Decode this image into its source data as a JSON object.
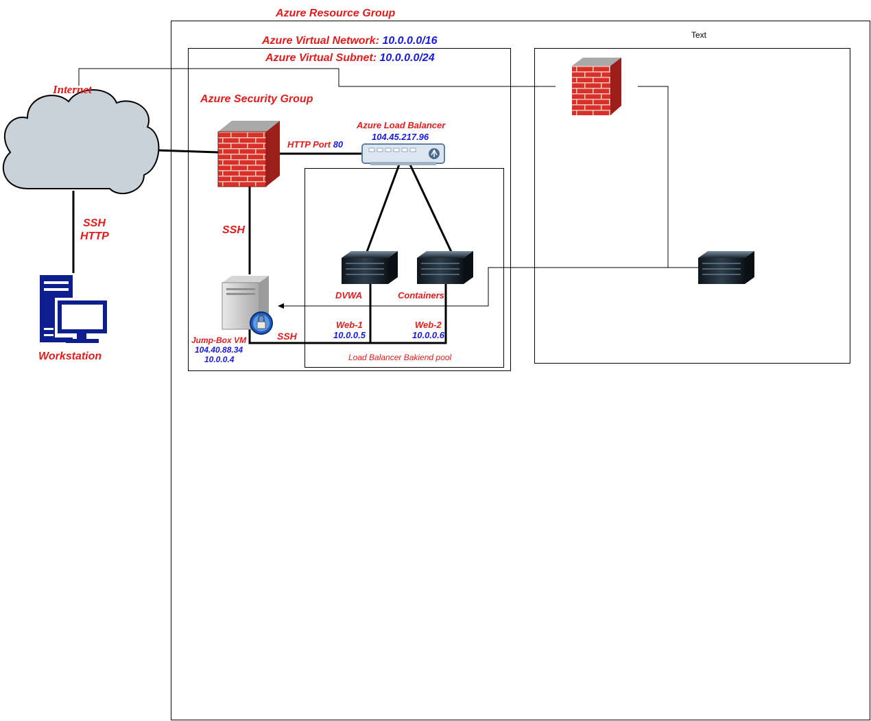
{
  "resource_group": {
    "title": "Azure Resource Group"
  },
  "vnet": {
    "label": "Azure Virtual Network: ",
    "cidr": "10.0.0.0/16"
  },
  "subnet": {
    "label": "Azure Virtual Subnet: ",
    "cidr": "10.0.0.0/24"
  },
  "security_group": {
    "title": "Azure Security Group"
  },
  "internet": {
    "label": "Internet"
  },
  "workstation": {
    "label": "Workstation",
    "link_label_1": "SSH",
    "link_label_2": "HTTP"
  },
  "firewall_link": {
    "label": "HTTP Port ",
    "port": "80"
  },
  "load_balancer": {
    "title": "Azure Load Balancer",
    "ip": "104.45.217.96"
  },
  "jumpbox": {
    "title": "Jump-Box VM",
    "public_ip": "104.40.88.34",
    "private_ip": "10.0.0.4",
    "ssh_label": "SSH",
    "ssh_label_2": "SSH"
  },
  "web1": {
    "app": "DVWA",
    "name": "Web-1",
    "ip": "10.0.0.5"
  },
  "web2": {
    "app": "Containers",
    "name": "Web-2",
    "ip": "10.0.0.6"
  },
  "backend_pool": {
    "label": "Load Balancer Bakiend pool"
  },
  "second_network": {
    "text": "Text"
  },
  "colors": {
    "label_red": "#e31b1b",
    "label_blue": "#1a1adb",
    "cloud_fill": "#c9d1d9",
    "workstation_blue": "#0d1f8f"
  }
}
